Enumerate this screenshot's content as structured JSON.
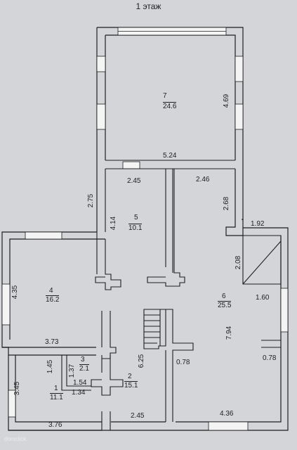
{
  "title": "1 этаж",
  "watermark": "domclick",
  "colors": {
    "paper": "#d4d5d8",
    "wall_fill": "#f4f4f4",
    "wall_line": "#1e1e1e",
    "ink": "#1e1e1e"
  },
  "rooms": [
    {
      "number": "7",
      "area": "24.6"
    },
    {
      "number": "5",
      "area": "10.1"
    },
    {
      "number": "4",
      "area": "16.2"
    },
    {
      "number": "6",
      "area": "25.5"
    },
    {
      "number": "3",
      "area": "2.1"
    },
    {
      "number": "2",
      "area": "15.1"
    },
    {
      "number": "1",
      "area": "11.1"
    }
  ],
  "dimensions": {
    "d_4_69": "4.69",
    "d_5_24": "5.24",
    "d_2_45_top": "2.45",
    "d_2_46": "2.46",
    "d_2_75": "2.75",
    "d_2_68": "2.68",
    "d_4_14": "4.14",
    "d_1_92": "1.92",
    "d_2_08": "2.08",
    "d_4_35": "4.35",
    "d_1_60": "1.60",
    "d_7_94": "7.94",
    "d_3_73": "3.73",
    "d_6_25": "6.25",
    "d_0_78_mid": "0.78",
    "d_0_78_right": "0.78",
    "d_1_45": "1.45",
    "d_1_37": "1.37",
    "d_1_54": "1.54",
    "d_1_34": "1.34",
    "d_3_45": "3.45",
    "d_3_76": "3.76",
    "d_2_45_bottom": "2.45",
    "d_4_36": "4.36"
  }
}
